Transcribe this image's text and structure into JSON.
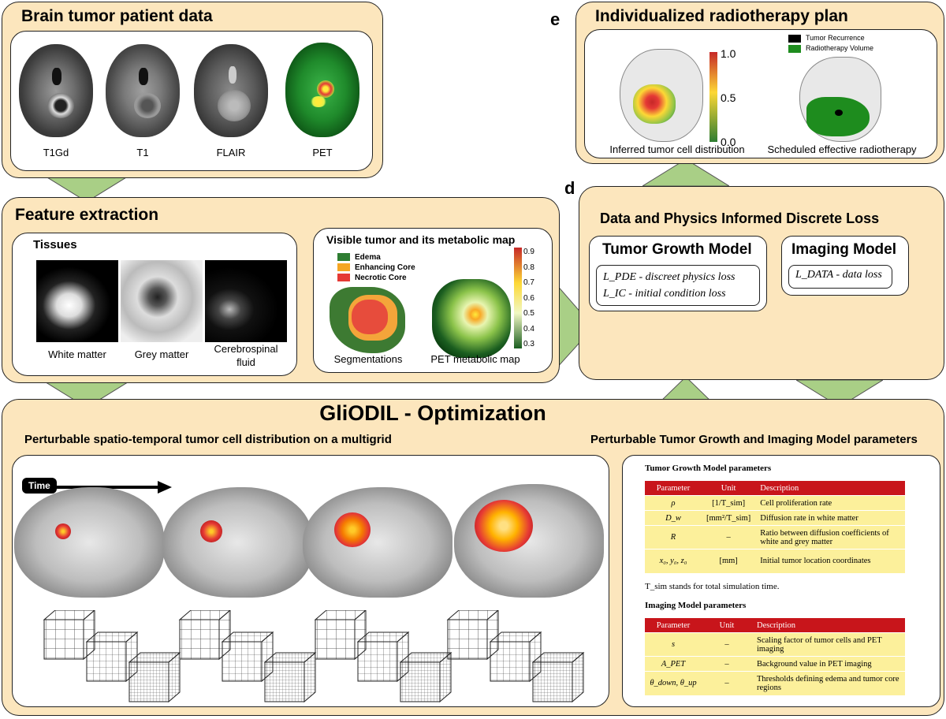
{
  "panel_a": {
    "title": "Brain tumor patient data",
    "scans": [
      "T1Gd",
      "T1",
      "FLAIR",
      "PET"
    ]
  },
  "panel_b": {
    "title": "Feature extraction",
    "tissues": {
      "title": "Tissues",
      "labels": [
        "White matter",
        "Grey matter",
        "Cerebrospinal fluid"
      ]
    },
    "tumor": {
      "title": "Visible tumor and its metabolic map",
      "legend": [
        {
          "label": "Edema",
          "color": "#2e7d32"
        },
        {
          "label": "Enhancing Core",
          "color": "#f5a623"
        },
        {
          "label": "Necrotic Core",
          "color": "#e53935"
        }
      ],
      "colorbar_ticks": [
        "0.9",
        "0.8",
        "0.7",
        "0.6",
        "0.5",
        "0.4",
        "0.3"
      ],
      "labels": [
        "Segmentations",
        "PET metabolic map"
      ]
    }
  },
  "panel_c": {
    "title": "GliODIL - Optimization",
    "left_subtitle": "Perturbable spatio-temporal tumor cell distribution on a multigrid",
    "right_subtitle": "Perturbable Tumor Growth and Imaging Model parameters",
    "time_label": "Time",
    "tgm_table": {
      "title": "Tumor Growth Model parameters",
      "headers": [
        "Parameter",
        "Unit",
        "Description"
      ],
      "rows": [
        [
          "ρ",
          "[1/T_sim]",
          "Cell proliferation rate"
        ],
        [
          "D_w",
          "[mm²/T_sim]",
          "Diffusion rate in white matter"
        ],
        [
          "R",
          "–",
          "Ratio between diffusion coefficients of white and grey matter"
        ],
        [
          "x₀, y₀, z₀",
          "[mm]",
          "Initial tumor location coordinates"
        ]
      ],
      "note": "T_sim stands for total simulation time."
    },
    "img_table": {
      "title": "Imaging Model parameters",
      "headers": [
        "Parameter",
        "Unit",
        "Description"
      ],
      "rows": [
        [
          "s",
          "–",
          "Scaling factor of tumor cells and PET imaging"
        ],
        [
          "A_PET",
          "–",
          "Background value in PET imaging"
        ],
        [
          "θ_down, θ_up",
          "–",
          "Thresholds defining edema and tumor core regions"
        ]
      ]
    }
  },
  "panel_d": {
    "letter": "d",
    "title": "Data and Physics Informed Discrete Loss",
    "tgm_title": "Tumor Growth Model",
    "tgm_losses": [
      "L_PDE - discreet physics loss",
      "L_IC - initial condition loss"
    ],
    "img_title": "Imaging Model",
    "img_losses": [
      "L_DATA - data loss"
    ]
  },
  "panel_e": {
    "letter": "e",
    "title": "Individualized radiotherapy plan",
    "colorbar_ticks": [
      "1.0",
      "0.5",
      "0.0"
    ],
    "legend": [
      {
        "label": "Tumor Recurrence",
        "color": "#000000"
      },
      {
        "label": "Radiotherapy Volume",
        "color": "#1e8c1e"
      }
    ],
    "labels": [
      "Inferred tumor cell distribution",
      "Scheduled effective radiotherapy"
    ]
  }
}
